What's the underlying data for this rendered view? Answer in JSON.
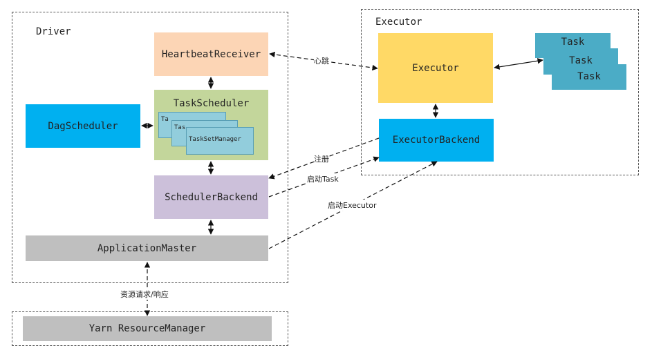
{
  "driver": {
    "title": "Driver",
    "heartbeat_receiver": "HeartbeatReceiver",
    "task_scheduler": "TaskScheduler",
    "tsm_partial_1": "Ta",
    "tsm_partial_2": "Tas",
    "task_set_manager": "TaskSetManager",
    "dag_scheduler": "DagScheduler",
    "scheduler_backend": "SchedulerBackend",
    "application_master": "ApplicationMaster"
  },
  "executor_frame": {
    "title": "Executor",
    "executor": "Executor",
    "executor_backend": "ExecutorBackend",
    "tasks": [
      "Task",
      "Task",
      "Task"
    ]
  },
  "yarn": {
    "resource_manager": "Yarn ResourceManager"
  },
  "edges": {
    "heartbeat": "心跳",
    "register": "注册",
    "launch_task": "启动Task",
    "launch_executor": "启动Executor",
    "resource_request": "资源请求/响应"
  }
}
